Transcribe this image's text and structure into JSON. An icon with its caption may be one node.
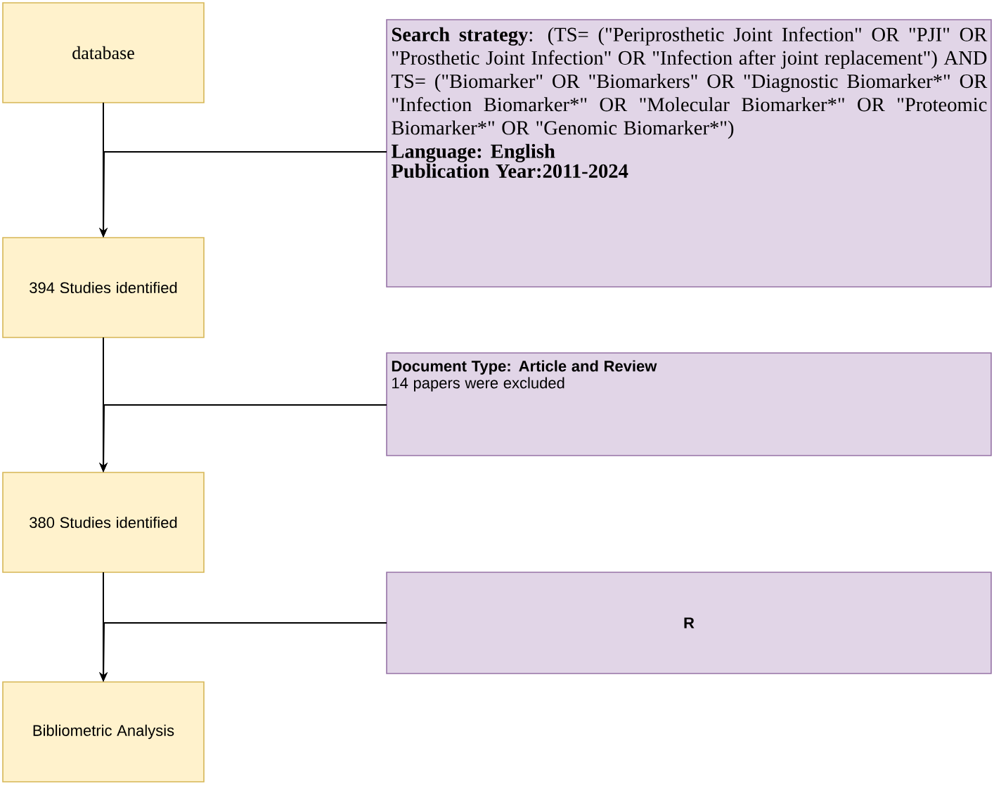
{
  "diagram": {
    "nodes": [
      {
        "text": [
          "database"
        ]
      },
      {
        "text": [
          "394 Studies identified"
        ]
      },
      {
        "text": [
          "380 Studies identified"
        ]
      },
      {
        "text": [
          "Bibliometric Analysis"
        ]
      },
      {
        "text": [
          "**Search strategy**: (TS= (\"Periprosthetic Joint Infection\" OR \"PJI\" OR \"Prosthetic Joint Infection\" OR \"Infection after joint replacement\") AND TS= (\"Biomarker\" OR \"Biomarkers\" OR \"Diagnostic Biomarker*\" OR \"Infection Biomarker*\" OR \"Molecular Biomarker*\" OR \"Proteomic Biomarker*\" OR \"Genomic Biomarker*\")",
          "Language: English",
          "Publication Year:2011-2024"
        ]
      },
      {
        "text": [
          "Document Type: Article and Review",
          "14 papers were excluded"
        ]
      },
      {
        "text": [
          "R"
        ]
      }
    ],
    "edges": [
      {
        "from": 0,
        "to": 1,
        "arrow": "to"
      },
      {
        "from": 1,
        "to": 2,
        "arrow": "to"
      },
      {
        "from": 2,
        "to": 3,
        "arrow": "to"
      },
      {
        "from": 4,
        "to": 1,
        "arrow": "to"
      },
      {
        "from": 5,
        "to": 2,
        "arrow": "to"
      },
      {
        "from": 6,
        "to": 3,
        "arrow": "to"
      }
    ]
  }
}
